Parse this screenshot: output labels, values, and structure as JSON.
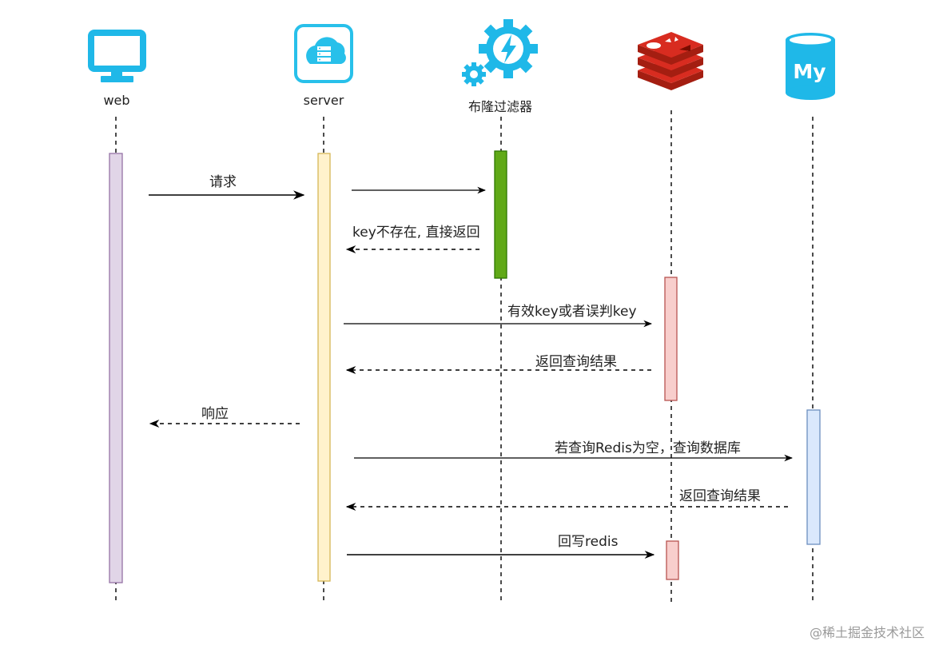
{
  "actors": [
    {
      "id": "web",
      "label": "web",
      "icon": "monitor-icon"
    },
    {
      "id": "server",
      "label": "server",
      "icon": "cloud-server-icon"
    },
    {
      "id": "bloom",
      "label": "布隆过滤器",
      "icon": "gear-lightning-icon"
    },
    {
      "id": "redis",
      "label": "",
      "icon": "redis-icon"
    },
    {
      "id": "mysql",
      "label": "",
      "icon": "mysql-icon"
    }
  ],
  "messages": [
    {
      "label": "请求",
      "style": "solid"
    },
    {
      "label": "",
      "style": "solid"
    },
    {
      "label": "key不存在, 直接返回",
      "style": "dashed"
    },
    {
      "label": "有效key或者误判key",
      "style": "solid"
    },
    {
      "label": "返回查询结果",
      "style": "dashed"
    },
    {
      "label": "响应",
      "style": "dashed"
    },
    {
      "label": "若查询Redis为空，查询数据库",
      "style": "solid"
    },
    {
      "label": "返回查询结果",
      "style": "dashed"
    },
    {
      "label": "回写redis",
      "style": "solid"
    }
  ],
  "colors": {
    "web_bar_fill": "#e1d5e7",
    "web_bar_stroke": "#9673a6",
    "server_bar_fill": "#fff2cc",
    "server_bar_stroke": "#d6b656",
    "bloom_bar_fill": "#60a917",
    "bloom_bar_stroke": "#2d7600",
    "redis_bar_fill": "#f8cecc",
    "redis_bar_stroke": "#b85450",
    "mysql_bar_fill": "#dae8fc",
    "mysql_bar_stroke": "#6c8ebf",
    "icon_cyan": "#1fb8e8"
  },
  "watermark": "@稀土掘金技术社区"
}
